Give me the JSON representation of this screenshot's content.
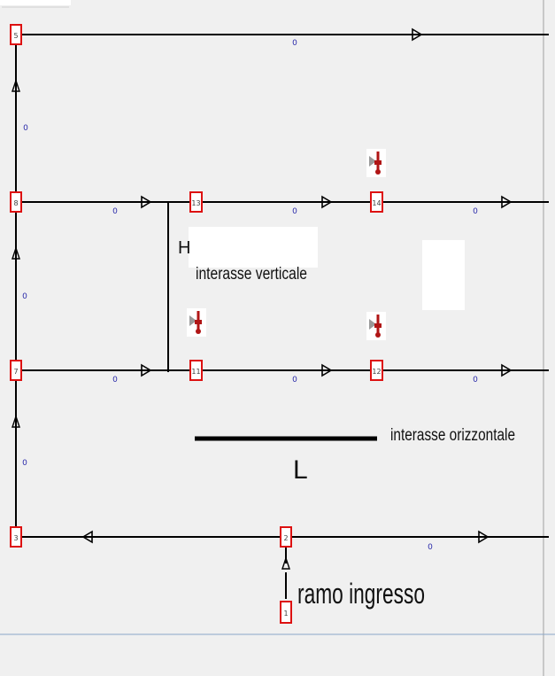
{
  "nodes": [
    {
      "id": "n5",
      "label": "5"
    },
    {
      "id": "n8",
      "label": "8"
    },
    {
      "id": "n13",
      "label": "13"
    },
    {
      "id": "n14",
      "label": "14"
    },
    {
      "id": "n7",
      "label": "7"
    },
    {
      "id": "n11",
      "label": "11"
    },
    {
      "id": "n12",
      "label": "12"
    },
    {
      "id": "n3",
      "label": "3"
    },
    {
      "id": "n2",
      "label": "2"
    },
    {
      "id": "n1",
      "label": "1"
    }
  ],
  "flow_labels": {
    "top": "0",
    "left_upper": "0",
    "left_middle": "0",
    "left_lower": "0",
    "row8_a": "0",
    "row8_b": "0",
    "row8_c": "0",
    "row7_a": "0",
    "row7_b": "0",
    "row7_c": "0",
    "bottom": "0"
  },
  "annotations": {
    "h_letter": "H",
    "vertical_spacing": "interasse verticale",
    "horizontal_spacing": "interasse orizzontale",
    "l_letter": "L",
    "inlet_branch": "ramo ingresso"
  },
  "colors": {
    "node_border": "#dd1111",
    "pipe": "#000000",
    "flow_label": "#2a2aaa",
    "sprinkler": "#b01515",
    "background": "#f0f0f0"
  },
  "icons": {
    "sprinkler": "sprinkler-icon",
    "flow_arrow": "arrow-icon"
  }
}
